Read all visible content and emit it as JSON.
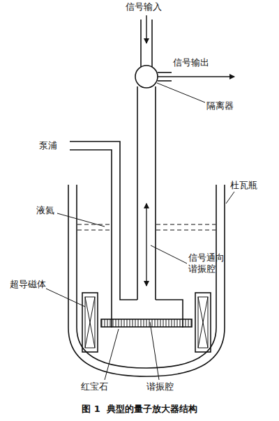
{
  "diagram": {
    "caption": "图 1  典型的量子放大器结构",
    "labels": [
      "信号输入",
      "信号输出",
      "隔离器",
      "泵浦",
      "杜瓦瓶",
      "液氦",
      "信号通向谐振腔",
      "超导磁体",
      "红宝石",
      "谐振腔"
    ]
  }
}
